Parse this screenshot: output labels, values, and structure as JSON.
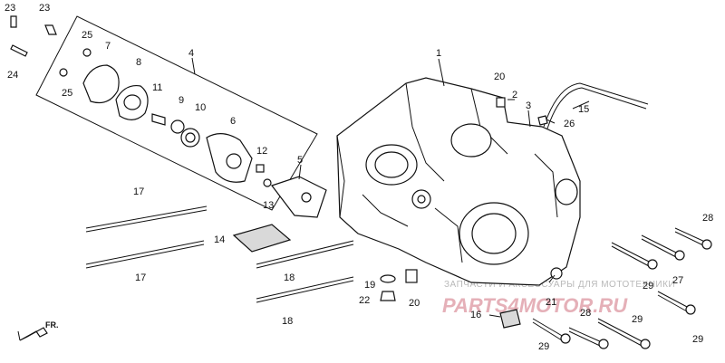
{
  "diagram": {
    "callouts": {
      "c1": "1",
      "c2": "2",
      "c3": "3",
      "c4": "4",
      "c5": "5",
      "c6": "6",
      "c7": "7",
      "c8": "8",
      "c9": "9",
      "c10": "10",
      "c11": "11",
      "c12": "12",
      "c13": "13",
      "c14": "14",
      "c15": "15",
      "c16": "16",
      "c17a": "17",
      "c17b": "17",
      "c18a": "18",
      "c18b": "18",
      "c19": "19",
      "c20a": "20",
      "c20b": "20",
      "c21": "21",
      "c22": "22",
      "c23a": "23",
      "c23b": "23",
      "c24": "24",
      "c25a": "25",
      "c25b": "25",
      "c26": "26",
      "c27": "27",
      "c28a": "28",
      "c28b": "28",
      "c29a": "29",
      "c29b": "29",
      "c29c": "29",
      "c29d": "29"
    },
    "front_marker": "FR.",
    "watermark": {
      "tagline": "ЗАПЧАСТИ И АКСЕССУАРЫ ДЛЯ МОТОТЕХНИКИ",
      "logo": "PARTS4MOTOR.RU"
    }
  }
}
